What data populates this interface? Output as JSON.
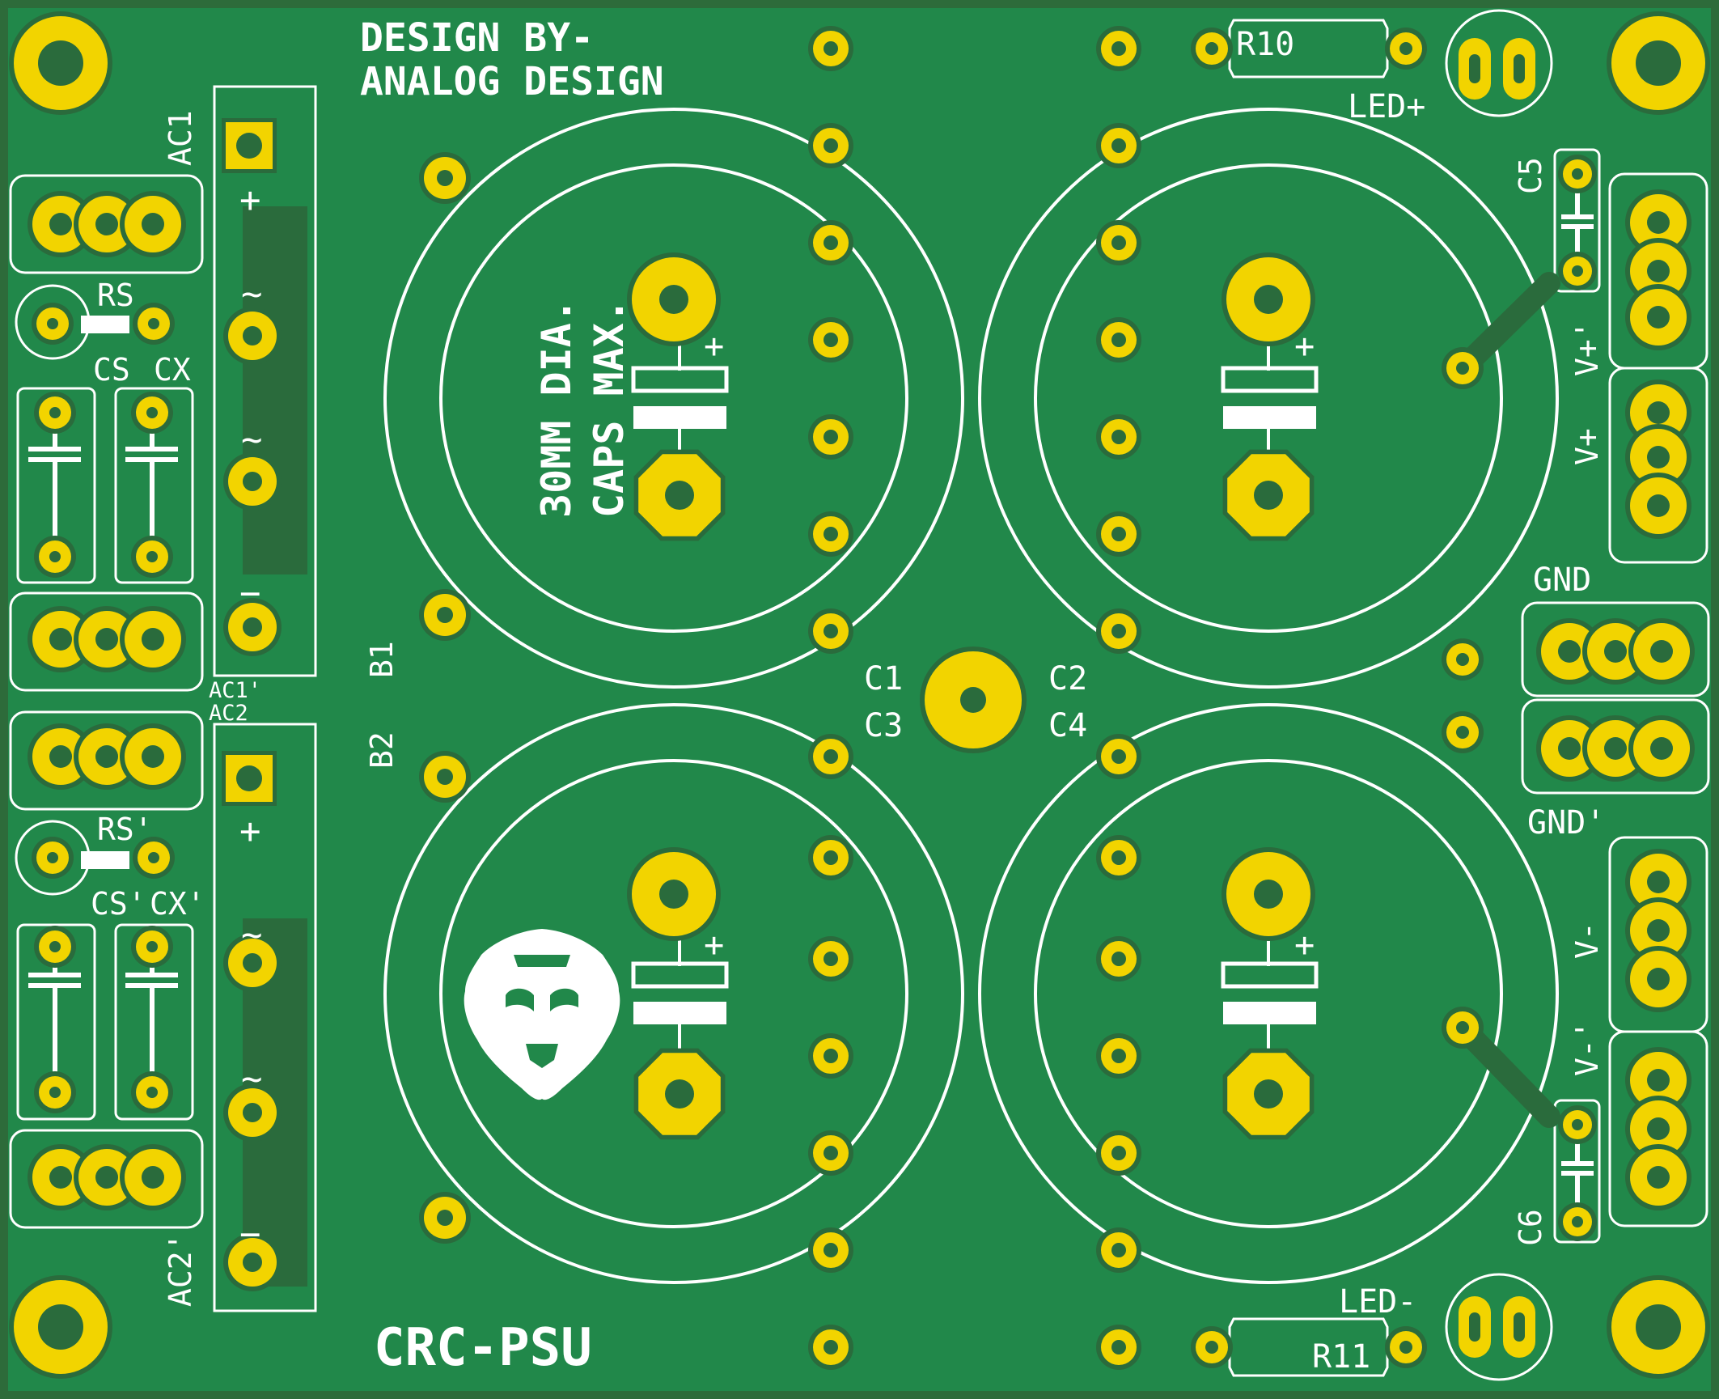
{
  "board": {
    "colors": {
      "substrate": "#2d6b3a",
      "copper_pour": "#21884a",
      "copper_pour_dark": "#2a6b3c",
      "pad": "#f2d400",
      "hole": "#2a6b3c",
      "silkscreen": "#ffffff"
    },
    "header": {
      "line1": "DESIGN BY-",
      "line2": "ANALOG DESIGN"
    },
    "title": "CRC-PSU",
    "note": {
      "line1": "30MM DIA.",
      "line2": "CAPS MAX."
    },
    "labels": {
      "ac1": "AC1",
      "ac1p": "AC1'",
      "ac2": "AC2",
      "ac2p": "AC2'",
      "rs": "RS",
      "rsp": "RS'",
      "cs": "CS",
      "cx": "CX",
      "csp": "CS'",
      "cxp": "CX'",
      "b1": "B1",
      "b2": "B2",
      "c1": "C1",
      "c2": "C2",
      "c3": "C3",
      "c4": "C4",
      "c5": "C5",
      "c6": "C6",
      "r10": "R10",
      "r11": "R11",
      "led_plus": "LED+",
      "led_minus": "LED-",
      "gnd": "GND",
      "gndp": "GND'",
      "vplus": "V+",
      "vplusp": "V+'",
      "vminus": "V-",
      "vminusp": "V-'"
    },
    "bridge_marks": {
      "plus": "+",
      "ac": "~",
      "minus": "−"
    },
    "polarity_mark": "+"
  }
}
